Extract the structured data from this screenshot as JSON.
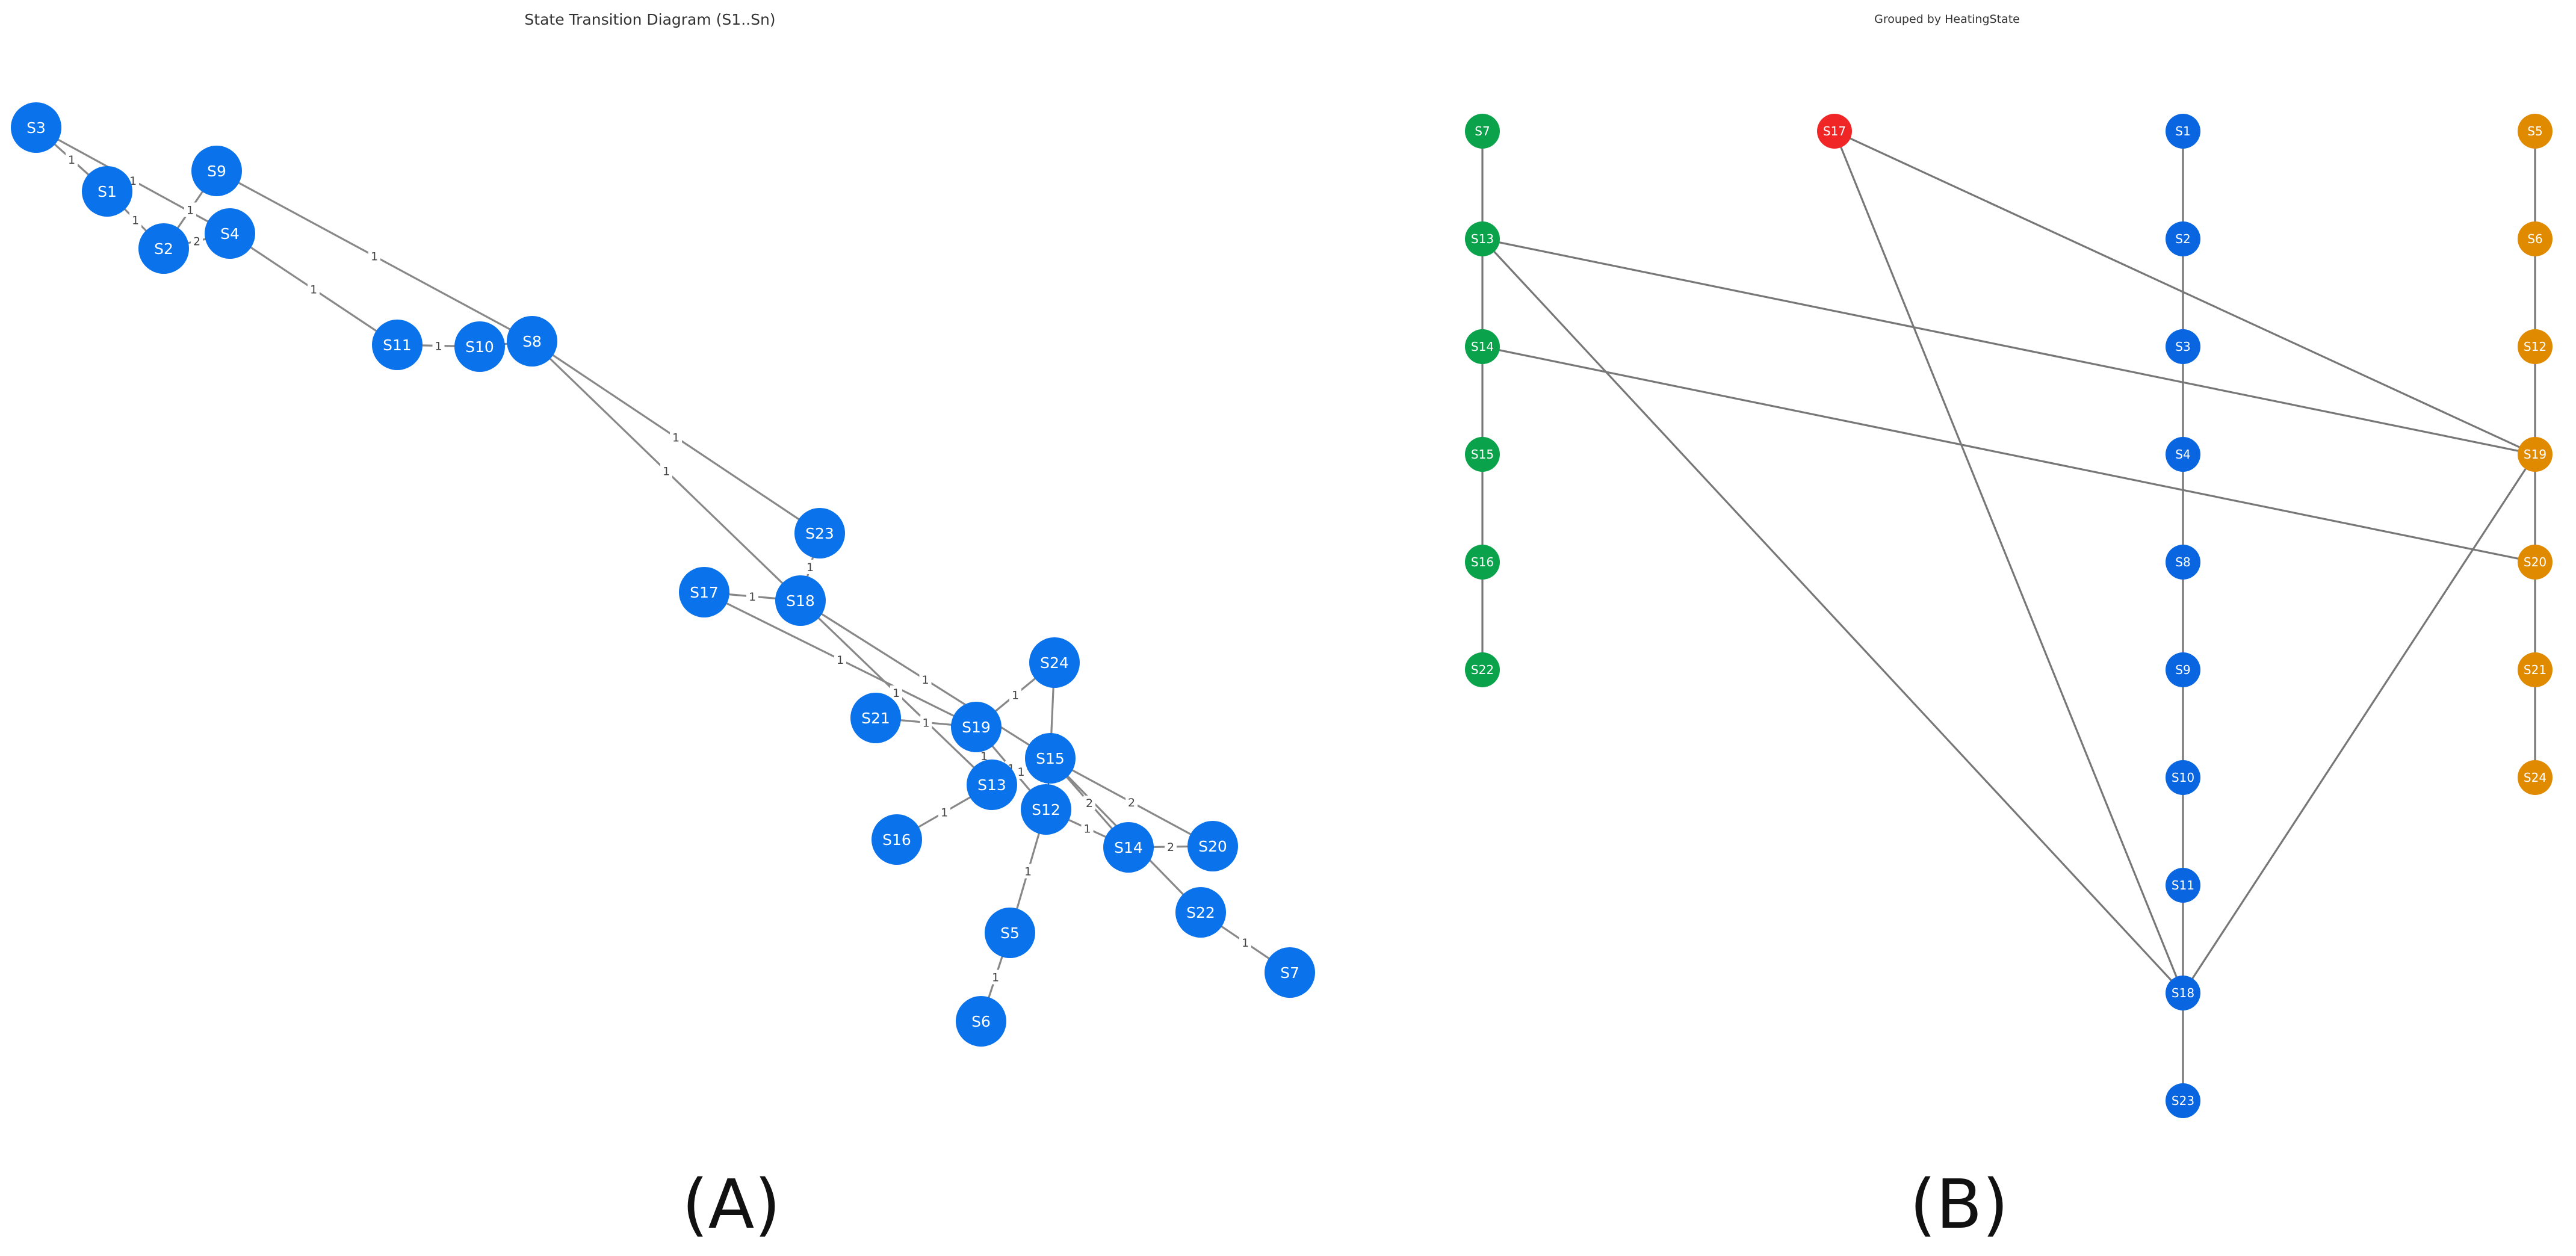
{
  "panel_a": {
    "title": "State Transition Diagram (S1..Sn)",
    "caption": "(A)",
    "node_color": "#0a72ea",
    "edge_color": "#888888",
    "nodes": [
      "S1",
      "S2",
      "S3",
      "S4",
      "S5",
      "S6",
      "S7",
      "S8",
      "S9",
      "S10",
      "S11",
      "S12",
      "S13",
      "S14",
      "S15",
      "S16",
      "S17",
      "S18",
      "S19",
      "S20",
      "S21",
      "S22",
      "S23",
      "S24"
    ],
    "edges": [
      {
        "from": "S3",
        "to": "S1",
        "label": "1"
      },
      {
        "from": "S3",
        "to": "S4",
        "label": "1"
      },
      {
        "from": "S1",
        "to": "S2",
        "label": "1"
      },
      {
        "from": "S2",
        "to": "S9",
        "label": "1"
      },
      {
        "from": "S2",
        "to": "S4",
        "label": "2"
      },
      {
        "from": "S9",
        "to": "S8",
        "label": "1"
      },
      {
        "from": "S4",
        "to": "S11",
        "label": "1"
      },
      {
        "from": "S11",
        "to": "S10",
        "label": "1"
      },
      {
        "from": "S10",
        "to": "S8",
        "label": ""
      },
      {
        "from": "S8",
        "to": "S23",
        "label": "1"
      },
      {
        "from": "S8",
        "to": "S18",
        "label": "1"
      },
      {
        "from": "S23",
        "to": "S18",
        "label": "1"
      },
      {
        "from": "S17",
        "to": "S18",
        "label": "1"
      },
      {
        "from": "S17",
        "to": "S19",
        "label": "1"
      },
      {
        "from": "S18",
        "to": "S13",
        "label": "1"
      },
      {
        "from": "S18",
        "to": "S15",
        "label": "1"
      },
      {
        "from": "S21",
        "to": "S19",
        "label": "1"
      },
      {
        "from": "S19",
        "to": "S24",
        "label": "1"
      },
      {
        "from": "S19",
        "to": "S13",
        "label": "1"
      },
      {
        "from": "S19",
        "to": "S12",
        "label": "1"
      },
      {
        "from": "S24",
        "to": "S15",
        "label": ""
      },
      {
        "from": "S13",
        "to": "S15",
        "label": "1"
      },
      {
        "from": "S16",
        "to": "S13",
        "label": "1"
      },
      {
        "from": "S15",
        "to": "S12",
        "label": "1"
      },
      {
        "from": "S15",
        "to": "S14",
        "label": "2"
      },
      {
        "from": "S15",
        "to": "S20",
        "label": "2"
      },
      {
        "from": "S15",
        "to": "S22",
        "label": "1"
      },
      {
        "from": "S12",
        "to": "S14",
        "label": "1"
      },
      {
        "from": "S12",
        "to": "S5",
        "label": "1"
      },
      {
        "from": "S14",
        "to": "S20",
        "label": "2"
      },
      {
        "from": "S22",
        "to": "S7",
        "label": "1"
      },
      {
        "from": "S5",
        "to": "S6",
        "label": "1"
      }
    ]
  },
  "panel_b": {
    "title": "Grouped by HeatingState",
    "caption": "(B)",
    "edge_color": "#777777",
    "groups": [
      {
        "color": "#0aa24a",
        "nodes": [
          "S7",
          "S13",
          "S14",
          "S15",
          "S16",
          "S22"
        ]
      },
      {
        "color": "#f02525",
        "nodes": [
          "S17"
        ]
      },
      {
        "color": "#0a66e0",
        "nodes": [
          "S1",
          "S2",
          "S3",
          "S4",
          "S8",
          "S9",
          "S10",
          "S11",
          "S18",
          "S23"
        ]
      },
      {
        "color": "#e08a00",
        "nodes": [
          "S5",
          "S6",
          "S12",
          "S19",
          "S20",
          "S21",
          "S24"
        ]
      }
    ],
    "edges": [
      {
        "from": "S7",
        "to": "S13"
      },
      {
        "from": "S13",
        "to": "S14"
      },
      {
        "from": "S14",
        "to": "S15"
      },
      {
        "from": "S15",
        "to": "S16"
      },
      {
        "from": "S16",
        "to": "S22"
      },
      {
        "from": "S1",
        "to": "S2"
      },
      {
        "from": "S2",
        "to": "S3"
      },
      {
        "from": "S3",
        "to": "S4"
      },
      {
        "from": "S4",
        "to": "S8"
      },
      {
        "from": "S8",
        "to": "S9"
      },
      {
        "from": "S9",
        "to": "S10"
      },
      {
        "from": "S10",
        "to": "S11"
      },
      {
        "from": "S11",
        "to": "S18"
      },
      {
        "from": "S18",
        "to": "S23"
      },
      {
        "from": "S5",
        "to": "S6"
      },
      {
        "from": "S6",
        "to": "S12"
      },
      {
        "from": "S12",
        "to": "S19"
      },
      {
        "from": "S19",
        "to": "S20"
      },
      {
        "from": "S20",
        "to": "S21"
      },
      {
        "from": "S21",
        "to": "S24"
      },
      {
        "from": "S13",
        "to": "S19"
      },
      {
        "from": "S14",
        "to": "S20"
      },
      {
        "from": "S13",
        "to": "S18"
      },
      {
        "from": "S17",
        "to": "S18"
      },
      {
        "from": "S17",
        "to": "S19"
      },
      {
        "from": "S19",
        "to": "S18"
      }
    ]
  }
}
